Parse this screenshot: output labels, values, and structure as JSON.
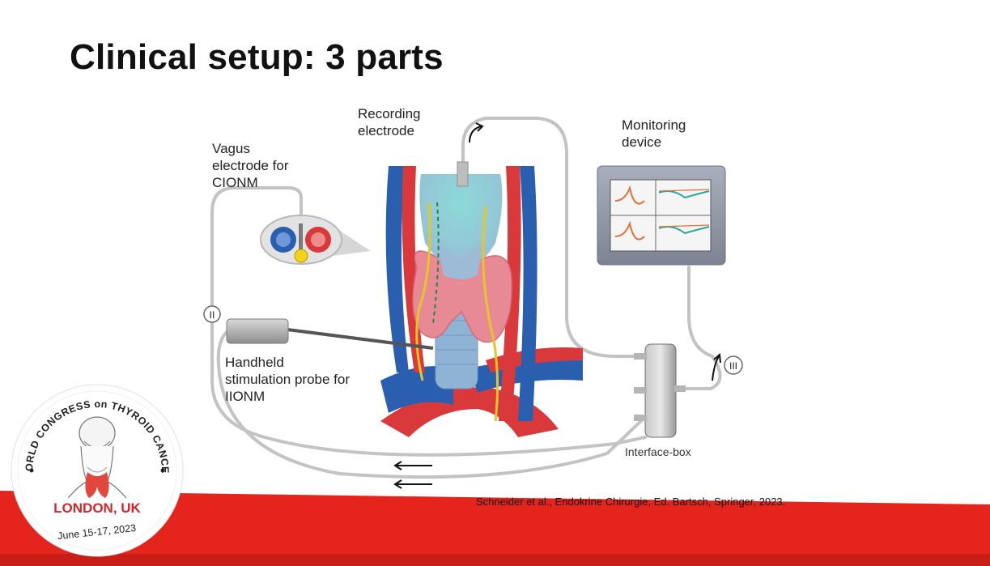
{
  "slide": {
    "title": "Clinical setup: 3 parts",
    "citation": "Schneider et al., Endokrine Chirurgie, Ed. Bartsch, Springer, 2023."
  },
  "diagram": {
    "labels": {
      "recording_electrode": [
        "Recording",
        "electrode"
      ],
      "monitoring_device": [
        "Monitoring",
        "device"
      ],
      "vagus_electrode": [
        "Vagus",
        "electrode for",
        "CIONM"
      ],
      "handheld_probe": [
        "Handheld",
        "stimulation probe for",
        "IIONM"
      ],
      "interface_box": "Interface-box"
    },
    "markers": {
      "ii": "II",
      "iii": "III"
    }
  },
  "logo": {
    "arc_text": "WORLD CONGRESS on THYROID CANCER",
    "city": "LONDON, UK",
    "dates": "June 15-17, 2023"
  },
  "colors": {
    "banner": "#e5241e",
    "artery": "#d9393b",
    "vein": "#2a5fb0",
    "thyroid": "#e88a96",
    "nerve": "#e6c42a",
    "cable": "#bdbdbd",
    "logo_city": "#d7262b"
  }
}
